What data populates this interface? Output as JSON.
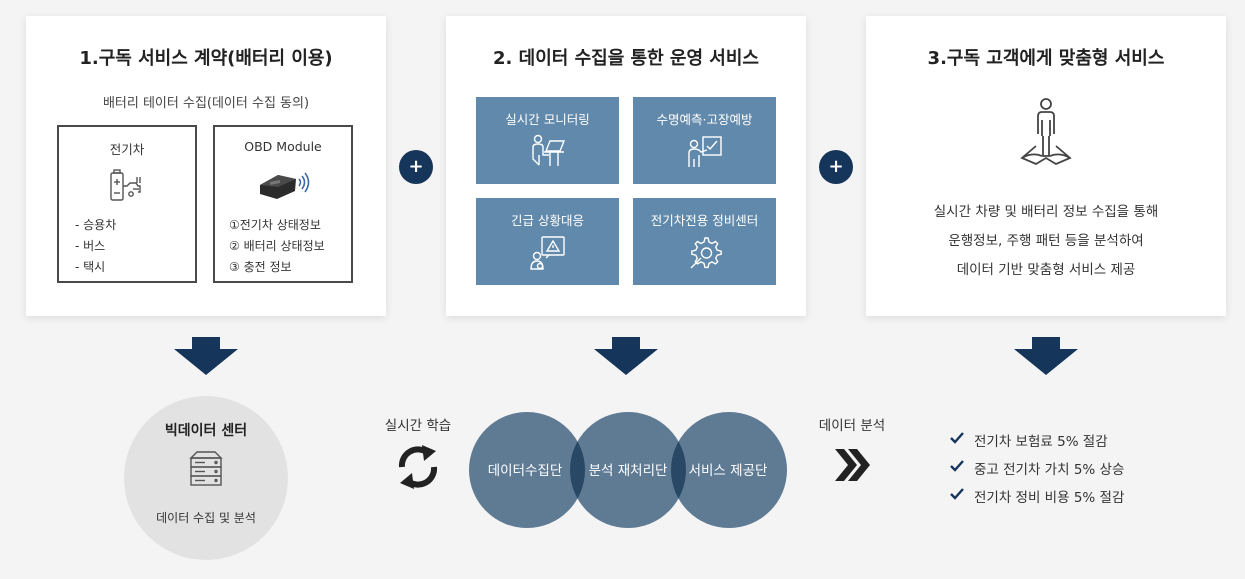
{
  "card1": {
    "title": "1.구독 서비스 계약(배터리 이용)",
    "subtitle": "배터리 테이터 수집(데이터 수집 동의)",
    "ev_box": {
      "title": "전기차",
      "icon": "ev-battery-charging-icon",
      "items": [
        "- 승용차",
        "- 버스",
        "- 택시"
      ]
    },
    "obd_box": {
      "title": "OBD Module",
      "icon": "obd-module-icon",
      "items": [
        "①전기차 상태정보",
        "② 배터리 상태정보",
        "③ 충전 정보"
      ]
    }
  },
  "card2": {
    "title": "2. 데이터 수집을 통한 운영 서비스",
    "tiles": [
      {
        "label": "실시간 모니터링",
        "icon": "person-laptop-icon"
      },
      {
        "label": "수명예측·고장예방",
        "icon": "person-checklist-icon"
      },
      {
        "label": "긴급 상황대응",
        "icon": "warning-alert-icon"
      },
      {
        "label": "전기차전용 정비센터",
        "icon": "gear-wrench-icon"
      }
    ]
  },
  "card3": {
    "title": "3.구독 고객에게 맞춤형 서비스",
    "icon": "person-standing-icon",
    "lines": [
      "실시간 차량 및 배터리 정보 수집을 통해",
      "운행정보, 주행 패턴 등을 분석하여",
      "데이터 기반 맞춤형 서비스 제공"
    ]
  },
  "connectors": {
    "plus": "+"
  },
  "bigdata": {
    "title": "빅데이터 센터",
    "icon": "server-icon",
    "subtitle": "데이터 수집 및 분석"
  },
  "learning": {
    "label": "실시간 학습",
    "icon": "sync-icon"
  },
  "venn": [
    "데이터수집단",
    "분석 재처리단",
    "서비스 제공단"
  ],
  "analysis": {
    "label": "데이터 분석",
    "icon": "double-chevron-right-icon"
  },
  "results": [
    "전기차 보험료 5% 절감",
    "중고 전기차 가치 5% 상승",
    "전기차 정비 비용 5% 절감"
  ],
  "colors": {
    "navy": "#16355a",
    "tile": "#6189ab",
    "venn": "#5f7a93",
    "venn_overlap": "#294866"
  }
}
